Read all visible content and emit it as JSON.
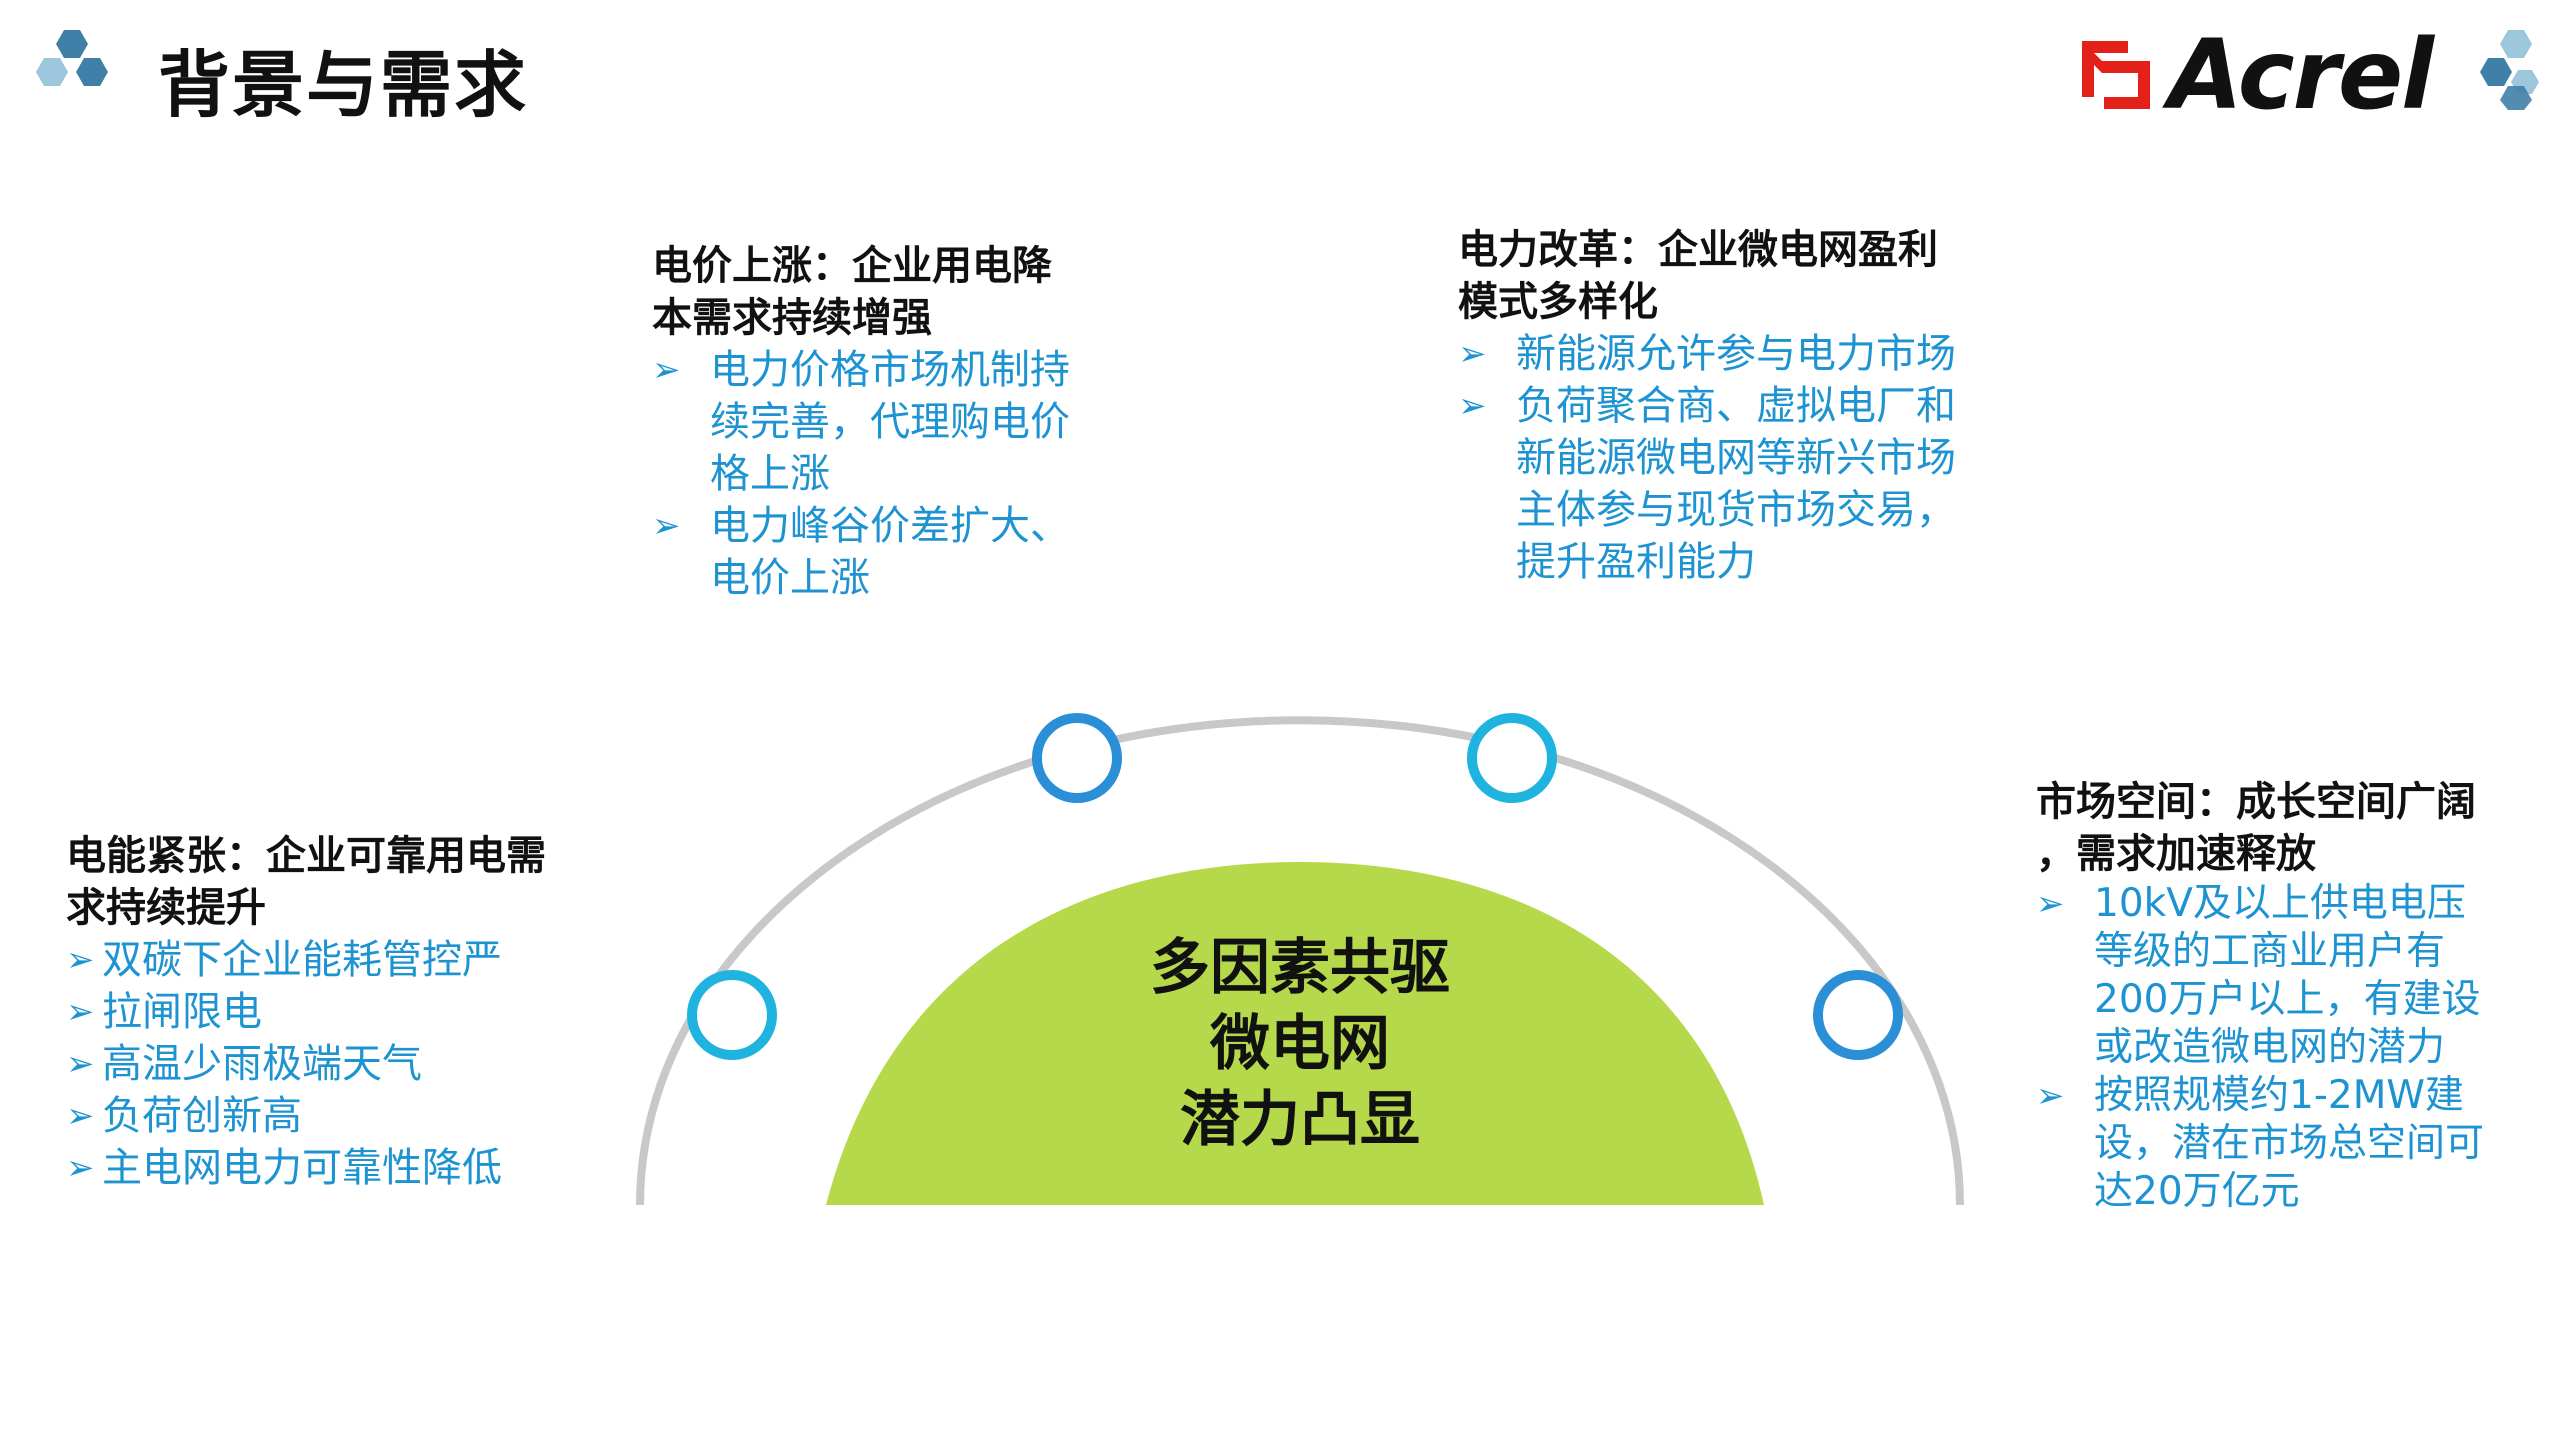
{
  "header": {
    "title": "背景与需求",
    "brand_name": "Acrel"
  },
  "colors": {
    "accent_blue": "#1e93d2",
    "arc_gray": "#c8c8c8",
    "core_green": "#b5d94a",
    "logo_red": "#e32119",
    "hex_dark": "#3f7fa8",
    "hex_light": "#9cc7dd"
  },
  "factors": {
    "top_left": {
      "heading": [
        "电价上涨：企业用电降",
        "本需求持续增强"
      ],
      "bullets": [
        [
          "电力价格市场机制持",
          "续完善，代理购电价",
          "格上涨"
        ],
        [
          "电力峰谷价差扩大、",
          "电价上涨"
        ]
      ]
    },
    "top_right": {
      "heading": [
        "电力改革：企业微电网盈利",
        "模式多样化"
      ],
      "bullets": [
        [
          "新能源允许参与电力市场"
        ],
        [
          "负荷聚合商、虚拟电厂和",
          "新能源微电网等新兴市场",
          "主体参与现货市场交易，",
          "提升盈利能力"
        ]
      ]
    },
    "left": {
      "heading": [
        "电能紧张：企业可靠用电需",
        "求持续提升"
      ],
      "bullets": [
        [
          "双碳下企业能耗管控严"
        ],
        [
          "拉闸限电"
        ],
        [
          "高温少雨极端天气"
        ],
        [
          "负荷创新高"
        ],
        [
          "主电网电力可靠性降低"
        ]
      ]
    },
    "right": {
      "heading": [
        "市场空间：成长空间广阔",
        "，需求加速释放"
      ],
      "bullets": [
        [
          "10kV及以上供电电压",
          "等级的工商业用户有",
          "200万户以上，有建设",
          "或改造微电网的潜力"
        ],
        [
          "按照规模约1-2MW建",
          "设，潜在市场总空间可",
          "达20万亿元"
        ]
      ]
    }
  },
  "core": {
    "lines": [
      "多因素共驱",
      "微电网",
      "潜力凸显"
    ]
  }
}
